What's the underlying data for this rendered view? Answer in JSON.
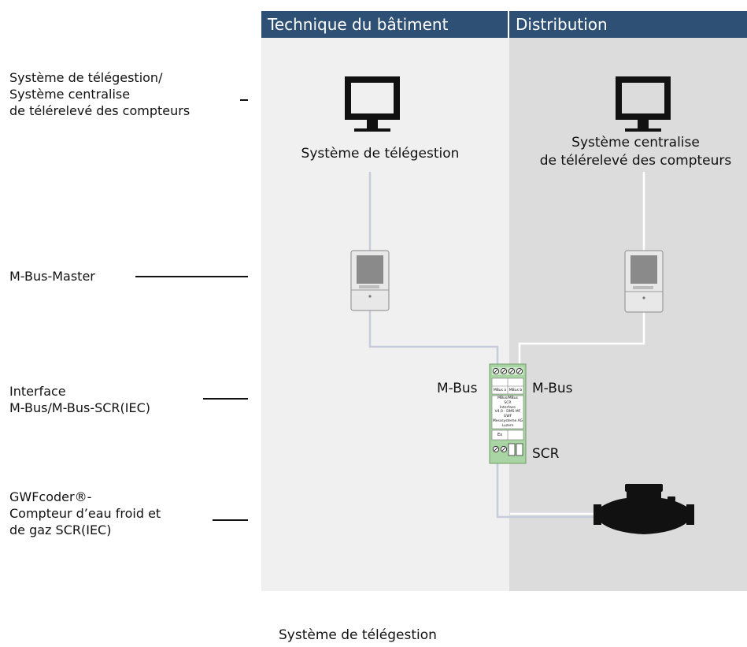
{
  "headers": {
    "left": "Technique du bâtiment",
    "right": "Distribution"
  },
  "left_labels": {
    "system": "Système de télégestion/\nSystème centralise\nde télérelevé des compteurs",
    "master": "M-Bus-Master",
    "interface": "Interface\nM-Bus/M-Bus-SCR(IEC)",
    "meter": "GWFcoder®-\nCompteur d’eau froid et\nde gaz SCR(IEC)"
  },
  "captions": {
    "left_system": "Système de télégestion",
    "right_system": "Système centralise\nde télérelevé des compteurs"
  },
  "port_labels": {
    "mbus_left": "M-Bus",
    "mbus_right": "M-Bus",
    "scr": "SCR"
  },
  "interface_device_text": {
    "term_a": "MBus a",
    "term_b": "MBus b",
    "line1": "MBus/MBus",
    "line2": "SCR",
    "line3": "Interface",
    "line4": "V4.0 - DMS MF",
    "line5": "GWF",
    "line6": "Messsysteme AG",
    "line7": "Luzern",
    "ex": "Ex"
  },
  "footer": "Système de télégestion",
  "colors": {
    "header_bg": "#2e5074",
    "left_panel_bg": "#f0f0f0",
    "right_panel_bg": "#dcdcdc",
    "left_wire": "#c7ccdc",
    "right_wire": "#ffffff",
    "interface_green": "#a9d4a3"
  }
}
